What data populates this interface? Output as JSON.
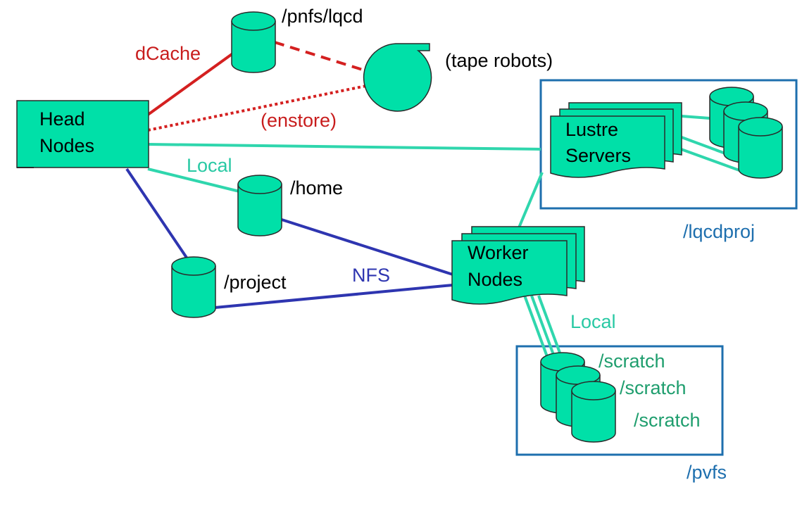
{
  "colors": {
    "node_fill": "#00e0a8",
    "stroke": "#2a2a2a",
    "teal_line": "#2fd6ad",
    "red_line": "#d42020",
    "blue_line": "#2e35b0",
    "box_border": "#1e6fae",
    "label_black": "#000000",
    "label_red": "#c81c1c",
    "label_teal": "#29c9a4",
    "label_blue": "#2e35b0",
    "label_green": "#1f9e6e",
    "label_box_blue": "#1e6fae"
  },
  "nodes": {
    "head_nodes": {
      "line1": "Head",
      "line2": "Nodes"
    },
    "lustre_servers": {
      "line1": "Lustre",
      "line2": "Servers"
    },
    "worker_nodes": {
      "line1": "Worker",
      "line2": "Nodes"
    }
  },
  "storage": {
    "pnfs": "/pnfs/lqcd",
    "tape": "(tape robots)",
    "home": "/home",
    "project": "/project",
    "scratch1": "/scratch",
    "scratch2": "/scratch",
    "scratch3": "/scratch"
  },
  "groups": {
    "lqcdproj": "/lqcdproj",
    "pvfs": "/pvfs"
  },
  "links": {
    "dcache": "dCache",
    "enstore": "(enstore)",
    "local_home": "Local",
    "nfs": "NFS",
    "local_scratch": "Local"
  }
}
